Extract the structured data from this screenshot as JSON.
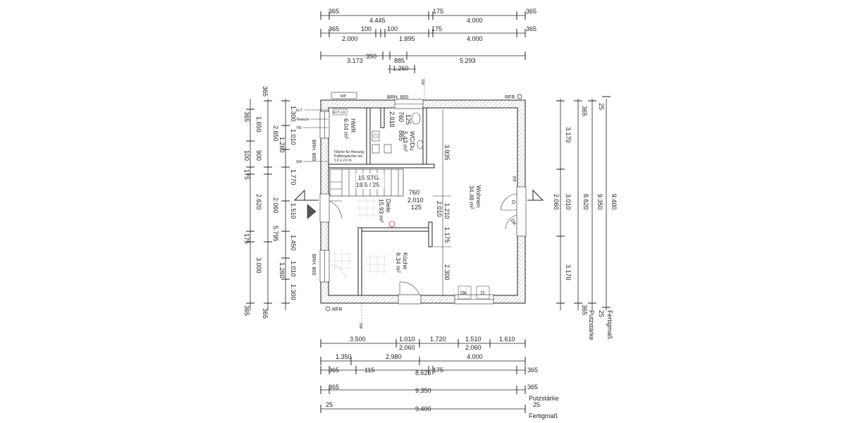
{
  "dims": {
    "top1": [
      "365",
      "4.445",
      "175",
      "4.000",
      "365"
    ],
    "top2": [
      "365",
      "100",
      "100",
      "175",
      "4.000",
      "365"
    ],
    "top2b": [
      "2.000",
      "1.895"
    ],
    "top3": [
      "3.173",
      "350",
      "885",
      "5.293"
    ],
    "top4": [
      "1.260"
    ],
    "bot1": [
      "3.500",
      "1.010",
      "1.720",
      "1.510",
      "1.610"
    ],
    "bot1b": [
      "2.060",
      "2.060"
    ],
    "bot2": [
      "1.350",
      "2.980",
      "4.000"
    ],
    "bot3": [
      "365",
      "115",
      "8.620",
      "175",
      "365"
    ],
    "bot4": [
      "365",
      "9.350",
      "365"
    ],
    "bot5": [
      "25",
      "9.400",
      "25"
    ],
    "left_outer": [
      "365",
      "365",
      "100",
      "175",
      "175",
      "365",
      "365"
    ],
    "left_mid": [
      "1.650",
      "900",
      "2.620",
      "5.795",
      "3.000"
    ],
    "left_inner": [
      "2.650",
      "1.510",
      "2.060"
    ],
    "left_wall": [
      "1.300",
      "1.010",
      "1.260",
      "1.770",
      "1.450",
      "1.010",
      "1.260",
      "1.300"
    ],
    "right_a": [
      "3.170",
      "3.010",
      "3.170"
    ],
    "right_b": [
      "2.060",
      "8.620",
      "9.350",
      "9.400"
    ],
    "right_small": [
      "365",
      "25",
      "25",
      "365"
    ],
    "inner": [
      "3.935",
      "1.210",
      "2.010",
      "1.175",
      "2.300",
      "760",
      "2.010",
      "125",
      "760",
      "2.010",
      "865",
      "125"
    ]
  },
  "labels": {
    "putzstaerke": "Putzstärke",
    "fertigmass": "Fertigmaß",
    "brh_top": "BRH. 800",
    "brh_left1": "BRH. 800",
    "brh_left2": "BRH. 800",
    "rfr": "RFR",
    "rfr2": "RFR",
    "wp": "WP",
    "sw": "SW",
    "elt": "ELT",
    "telekom": "Telekom",
    "tw": "TW",
    "sw_left": "SW",
    "elt_box": "ELT.-Ltr",
    "ff": "FF",
    "dk1": "DK",
    "dk2": "DK",
    "d1": "D",
    "d2": "D",
    "stairs1": "15 STG.",
    "stairs2": "19.5 / 25",
    "heating_note1": "Fläche für Heizung,",
    "heating_note2": "Pufferspeicher etc.",
    "heating_note3": "1.0 x 2.0 m"
  },
  "rooms": [
    {
      "name": "HWR",
      "area": "6.04 m²"
    },
    {
      "name": "WC/Du",
      "area": "5.43 m²"
    },
    {
      "name": "Diele",
      "area": "15.93 m²"
    },
    {
      "name": "Küche",
      "area": "9.34 m²"
    },
    {
      "name": "Wohnen",
      "area": "34.48 m²"
    }
  ]
}
